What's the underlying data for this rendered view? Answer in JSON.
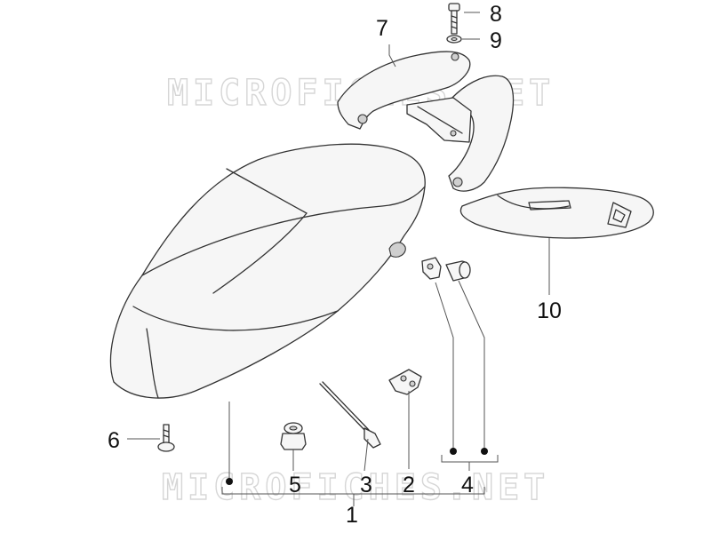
{
  "watermark": "MICROFICHES.NET",
  "callouts": {
    "c1": "1",
    "c2": "2",
    "c3": "3",
    "c4": "4",
    "c5": "5",
    "c6": "6",
    "c7": "7",
    "c8": "8",
    "c9": "9",
    "c10": "10"
  }
}
